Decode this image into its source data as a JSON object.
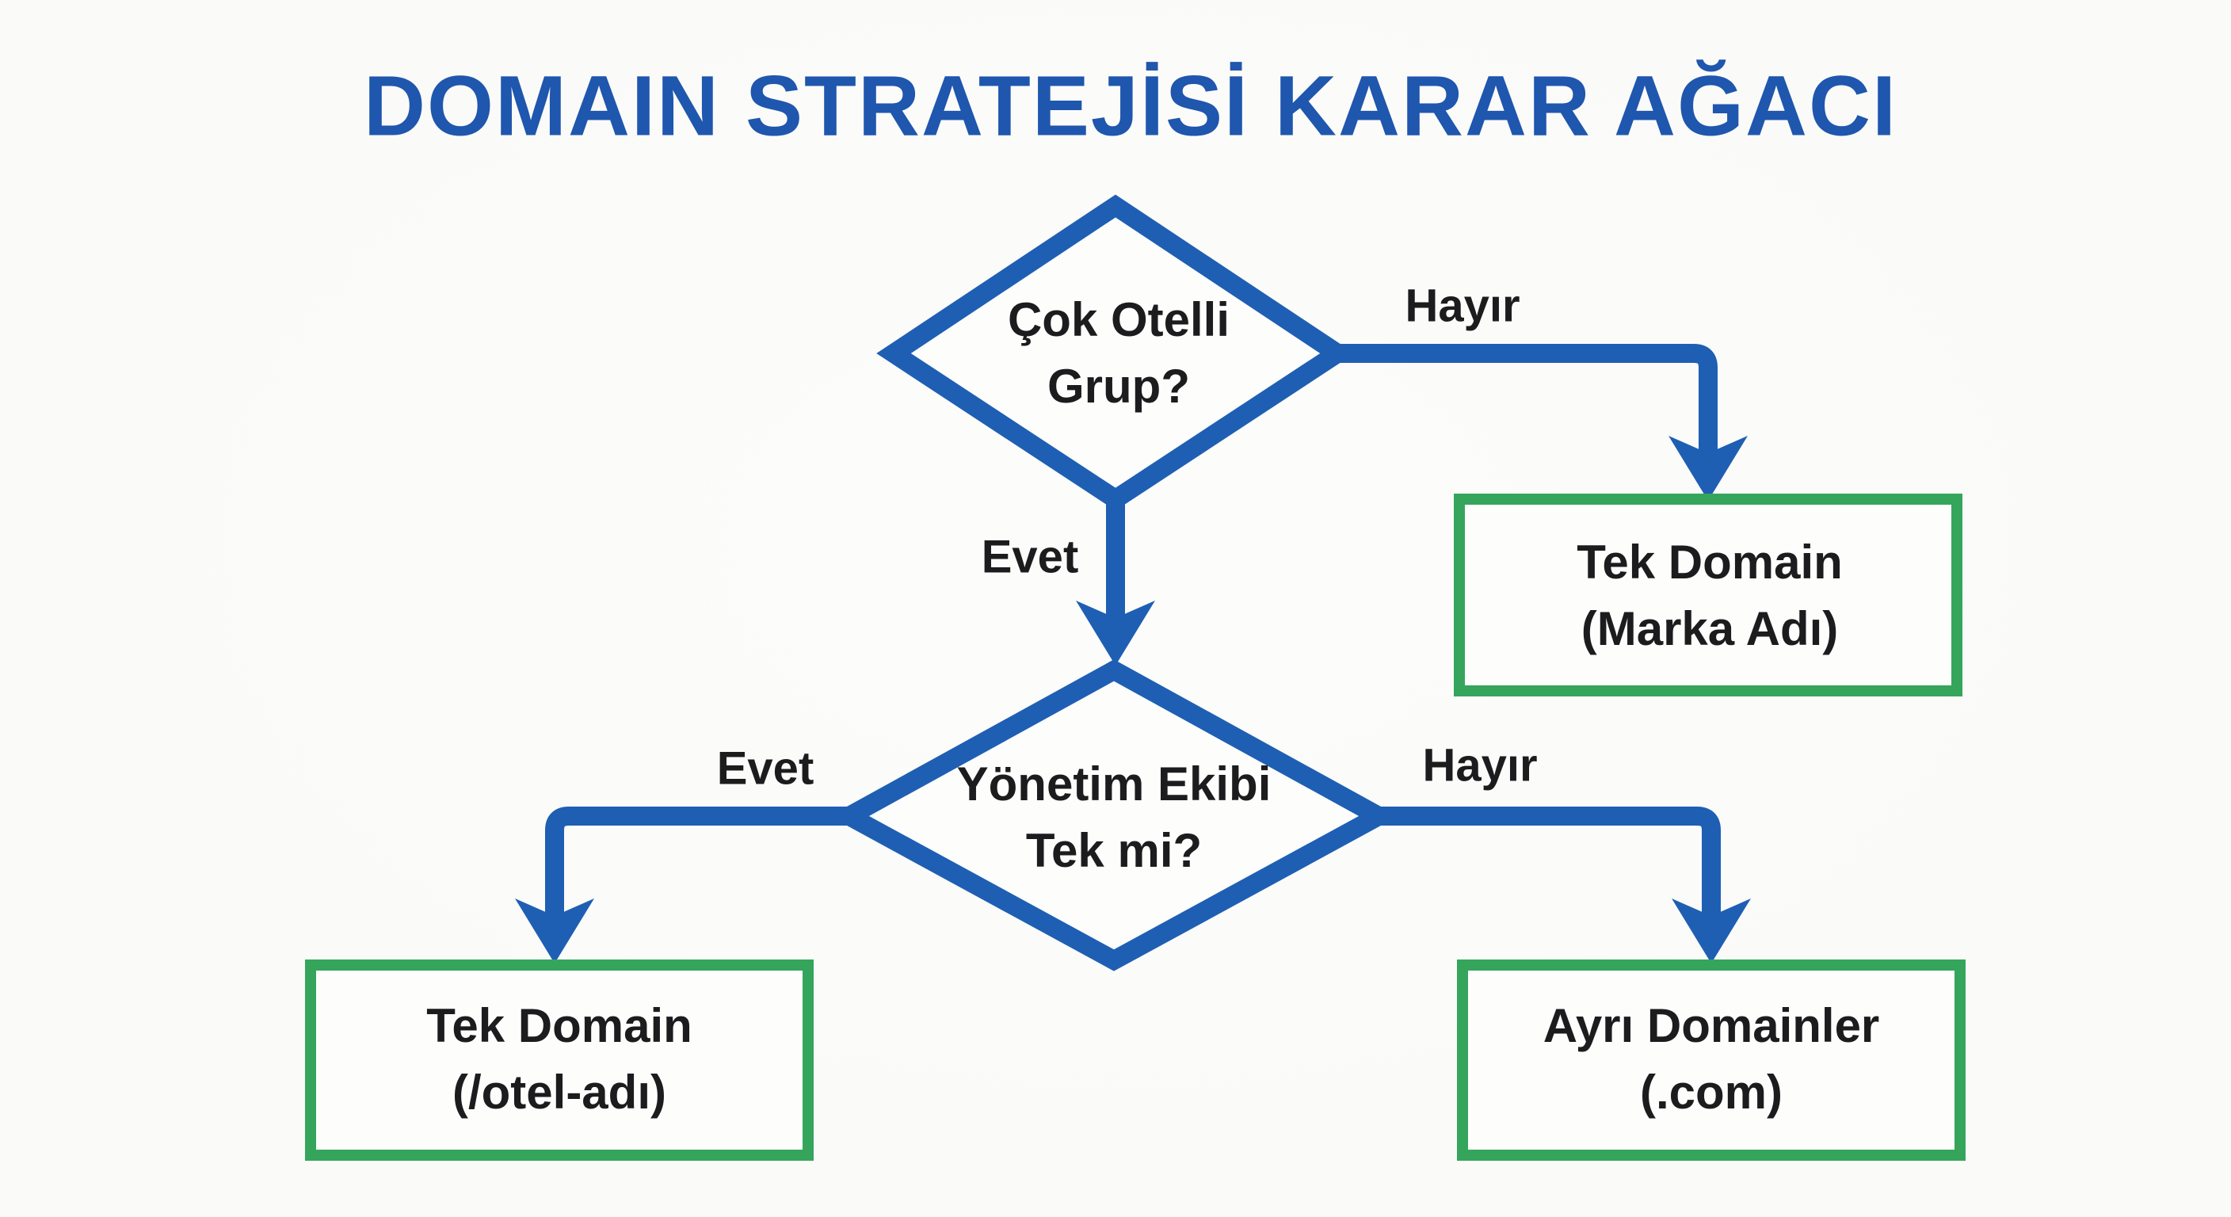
{
  "title": "DOMAIN STRATEJİSİ KARAR AĞACI",
  "colors": {
    "title_blue": "#1f56ae",
    "blue": "#1e5fb4",
    "green": "#35a55c",
    "text": "#1c1c1e",
    "background": "#fafaf8",
    "shape_fill": "#fdfdfc"
  },
  "nodes": {
    "decision1": {
      "line1": "Çok Otelli",
      "line2": "Grup?"
    },
    "decision2": {
      "line1": "Yönetim Ekibi",
      "line2": "Tek mi?"
    },
    "outcome1": {
      "line1": "Tek Domain",
      "line2": "(Marka Adı)"
    },
    "outcome2": {
      "line1": "Tek Domain",
      "line2": "(/otel-adı)"
    },
    "outcome3": {
      "line1": "Ayrı Domainler",
      "line2": "(.com)"
    }
  },
  "edges": {
    "decision1_no": "Hayır",
    "decision1_yes": "Evet",
    "decision2_yes": "Evet",
    "decision2_no": "Hayır"
  }
}
